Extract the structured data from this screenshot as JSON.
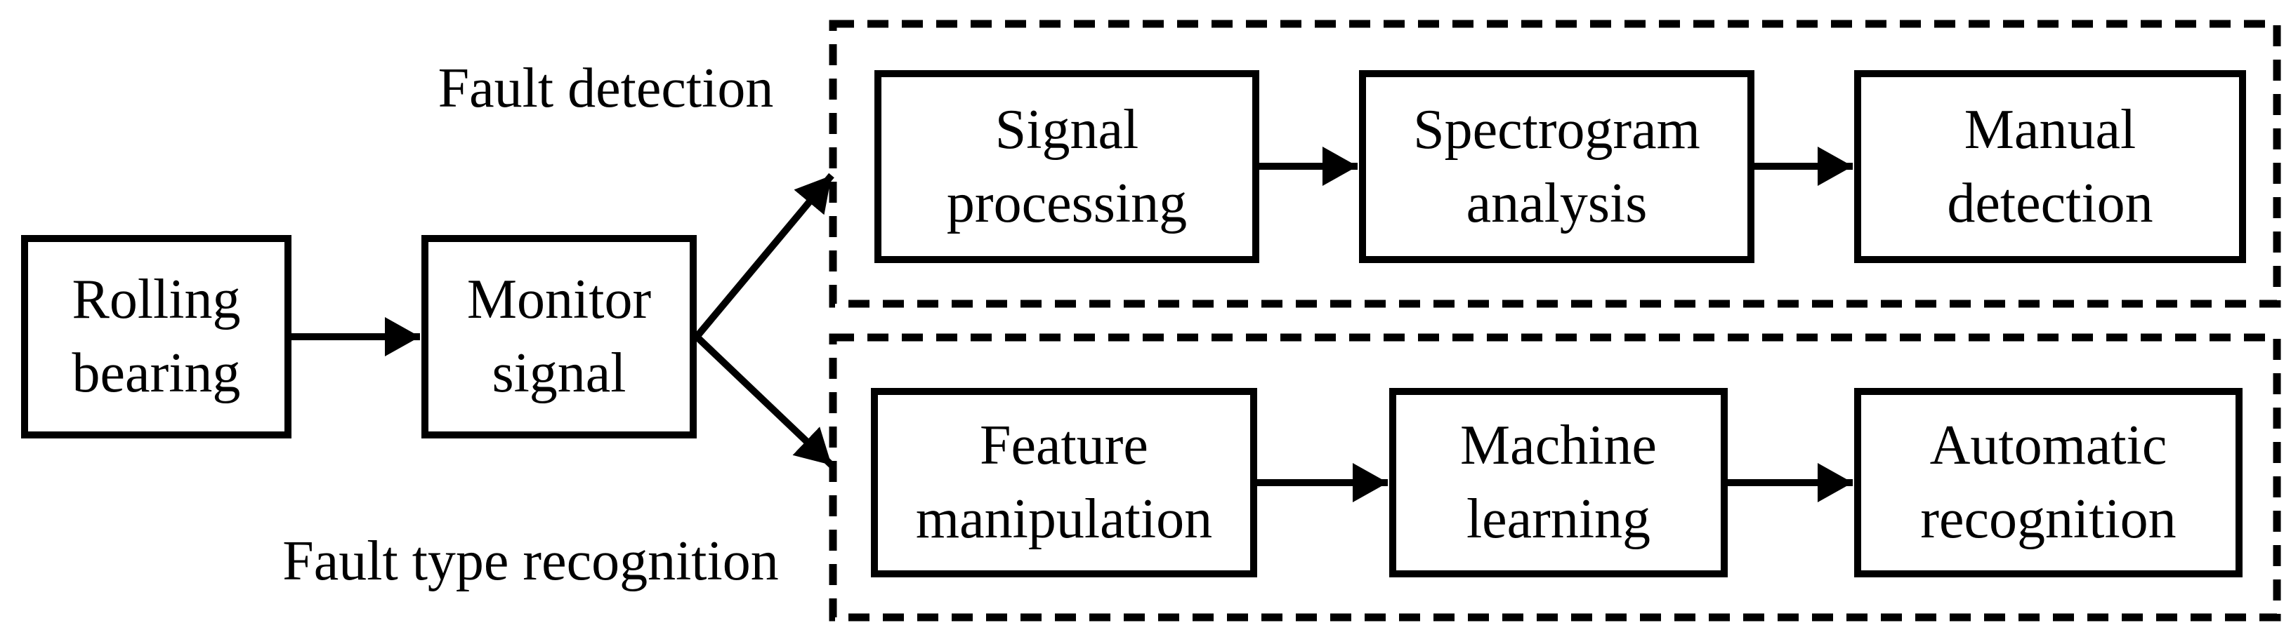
{
  "colors": {
    "ink": "#000000",
    "background": "#ffffff"
  },
  "nodes": {
    "rolling_bearing": {
      "label": "Rolling\nbearing"
    },
    "monitor_signal": {
      "label": "Monitor\nsignal"
    },
    "signal_processing": {
      "label": "Signal\nprocessing"
    },
    "spectrogram_analysis": {
      "label": "Spectrogram\nanalysis"
    },
    "manual_detection": {
      "label": "Manual\ndetection"
    },
    "feature_manipulation": {
      "label": "Feature\nmanipulation"
    },
    "machine_learning": {
      "label": "Machine\nlearning"
    },
    "automatic_recognition": {
      "label": "Automatic\nrecognition"
    }
  },
  "branches": {
    "fault_detection": {
      "label": "Fault detection"
    },
    "fault_type_recognition": {
      "label": "Fault type recognition"
    }
  },
  "flows": {
    "main": [
      "Rolling bearing",
      "Monitor signal"
    ],
    "fault_detection_path": [
      "Signal processing",
      "Spectrogram analysis",
      "Manual detection"
    ],
    "fault_type_recognition_path": [
      "Feature manipulation",
      "Machine learning",
      "Automatic recognition"
    ]
  }
}
